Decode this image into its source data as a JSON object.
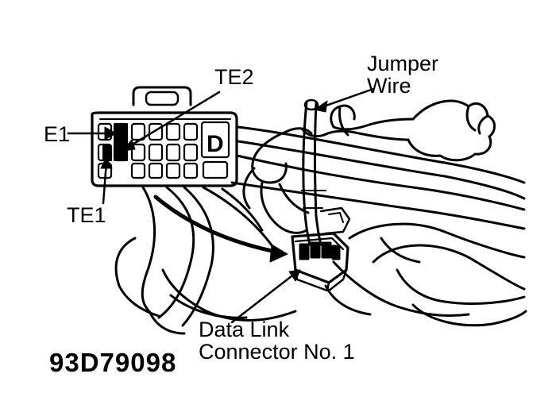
{
  "labels": {
    "jumper_wire_line1": "Jumper",
    "jumper_wire_line2": "Wire",
    "te2": "TE2",
    "e1": "E1",
    "te1": "TE1",
    "data_link_line1": "Data Link",
    "data_link_line2": "Connector No. 1",
    "connector_letter": "D"
  },
  "figure_id": "93D79098",
  "colors": {
    "ink": "#000000",
    "paper": "#ffffff"
  }
}
